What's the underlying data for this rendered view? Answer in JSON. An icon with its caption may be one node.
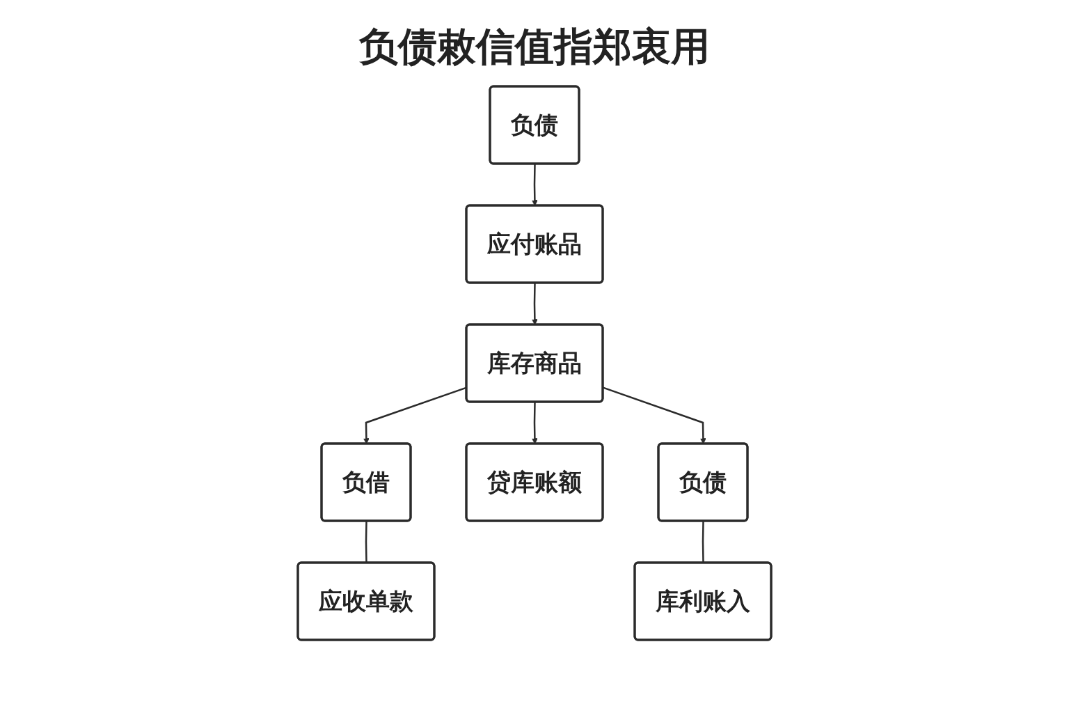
{
  "diagram": {
    "title": "负债敕信值指郑衷用",
    "nodes": [
      {
        "text": [
          "负债"
        ]
      },
      {
        "text": [
          "应付账品"
        ]
      },
      {
        "text": [
          "库存商品"
        ]
      },
      {
        "text": [
          "负借"
        ]
      },
      {
        "text": [
          "应收单款"
        ]
      },
      {
        "text": [
          "贷库账额"
        ]
      },
      {
        "text": [
          "负债"
        ]
      },
      {
        "text": [
          "库利账入"
        ]
      }
    ],
    "edges": [
      {
        "from": 0,
        "to": 1,
        "arrow": "to"
      },
      {
        "from": 1,
        "to": 2,
        "arrow": "to"
      },
      {
        "from": 2,
        "to": 3,
        "arrow": "to"
      },
      {
        "from": 2,
        "to": 5,
        "arrow": "to"
      },
      {
        "from": 2,
        "to": 6,
        "arrow": "to"
      },
      {
        "from": 3,
        "to": 4,
        "arrow": "none"
      },
      {
        "from": 6,
        "to": 7,
        "arrow": "none"
      }
    ]
  }
}
